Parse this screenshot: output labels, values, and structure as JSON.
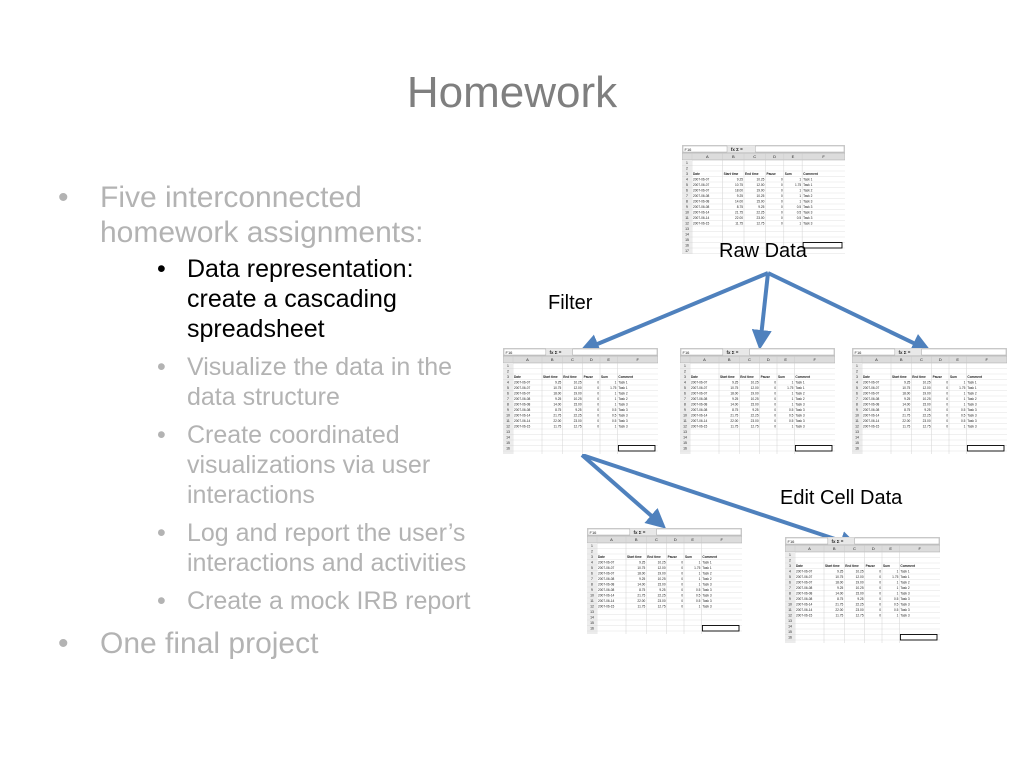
{
  "slide": {
    "title": "Homework",
    "bullets": [
      {
        "text": "Five interconnected homework assignments:"
      },
      {
        "text": "One final project"
      }
    ],
    "sub_bullets": [
      {
        "text": "Data representation: create a cascading spreadsheet",
        "active": true
      },
      {
        "text": "Visualize the data in the data structure",
        "active": false
      },
      {
        "text": "Create coordinated visualizations via user interactions",
        "active": false
      },
      {
        "text": "Log and report the user’s interactions and activities",
        "active": false
      },
      {
        "text": "Create a mock IRB report",
        "active": false
      }
    ]
  },
  "diagram": {
    "labels": {
      "raw": "Raw Data",
      "filter": "Filter",
      "edit": "Edit Cell Data"
    },
    "arrow_color": "#4f81bd"
  },
  "spreadsheet": {
    "cell_ref": "F16",
    "formula_icons": "fx Σ =",
    "columns": [
      "A",
      "B",
      "C",
      "D",
      "E",
      "F"
    ],
    "headers": [
      "Date",
      "Start time",
      "End time",
      "Pause",
      "Sum",
      "Comment"
    ],
    "rows": [
      [
        "2007-06-07",
        "9.25",
        "10.25",
        "0",
        "1",
        "Task 1"
      ],
      [
        "2007-06-07",
        "10.75",
        "12.00",
        "0",
        "1.75",
        "Task 1"
      ],
      [
        "2007-06-07",
        "18.00",
        "19.00",
        "0",
        "1",
        "Task 2"
      ],
      [
        "2007-06-08",
        "9.25",
        "10.25",
        "0",
        "1",
        "Task 2"
      ],
      [
        "2007-06-08",
        "14.00",
        "15.00",
        "0",
        "1",
        "Task 3"
      ],
      [
        "2007-06-08",
        "8.75",
        "9.25",
        "0",
        "0.5",
        "Task 3"
      ],
      [
        "2007-06-14",
        "21.75",
        "22.25",
        "0",
        "0.5",
        "Task 3"
      ],
      [
        "2007-06-14",
        "22.00",
        "23.00",
        "0",
        "0.5",
        "Task 3"
      ],
      [
        "2007-06-15",
        "11.75",
        "12.75",
        "0",
        "1",
        "Task 3"
      ]
    ]
  }
}
